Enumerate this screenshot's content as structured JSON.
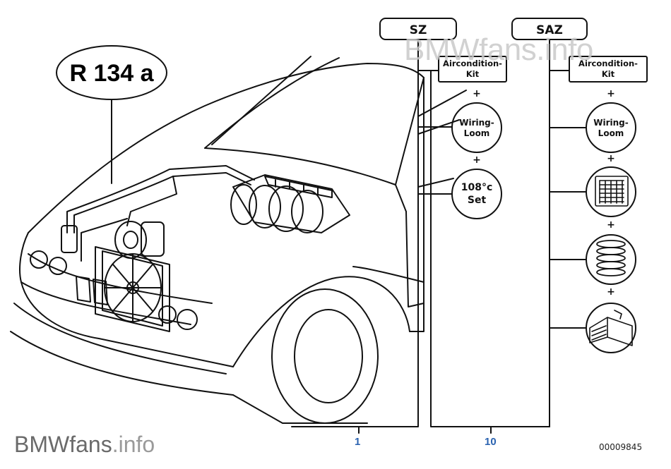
{
  "refrigerant_label": "R 134 a",
  "groups": {
    "sz": {
      "header": "SZ",
      "kit_line1": "Aircondition-",
      "kit_line2": "Kit",
      "plus": "+",
      "wiring_line1": "Wiring-",
      "wiring_line2": "Loom",
      "set_line1": "108°c",
      "set_line2": "Set",
      "callout": "1"
    },
    "saz": {
      "header": "SAZ",
      "kit_line1": "Aircondition-",
      "kit_line2": "Kit",
      "plus": "+",
      "wiring_line1": "Wiring-",
      "wiring_line2": "Loom",
      "callout": "10",
      "extra_parts": [
        "radiator-icon",
        "spring-icon",
        "bracket-icon"
      ]
    }
  },
  "watermark": {
    "brand": "BMWfans",
    "suffix": ".info"
  },
  "drawing_number": "00009845",
  "colors": {
    "line": "#111111",
    "callout": "#2a62b0",
    "watermark": "#c9c9c9"
  }
}
